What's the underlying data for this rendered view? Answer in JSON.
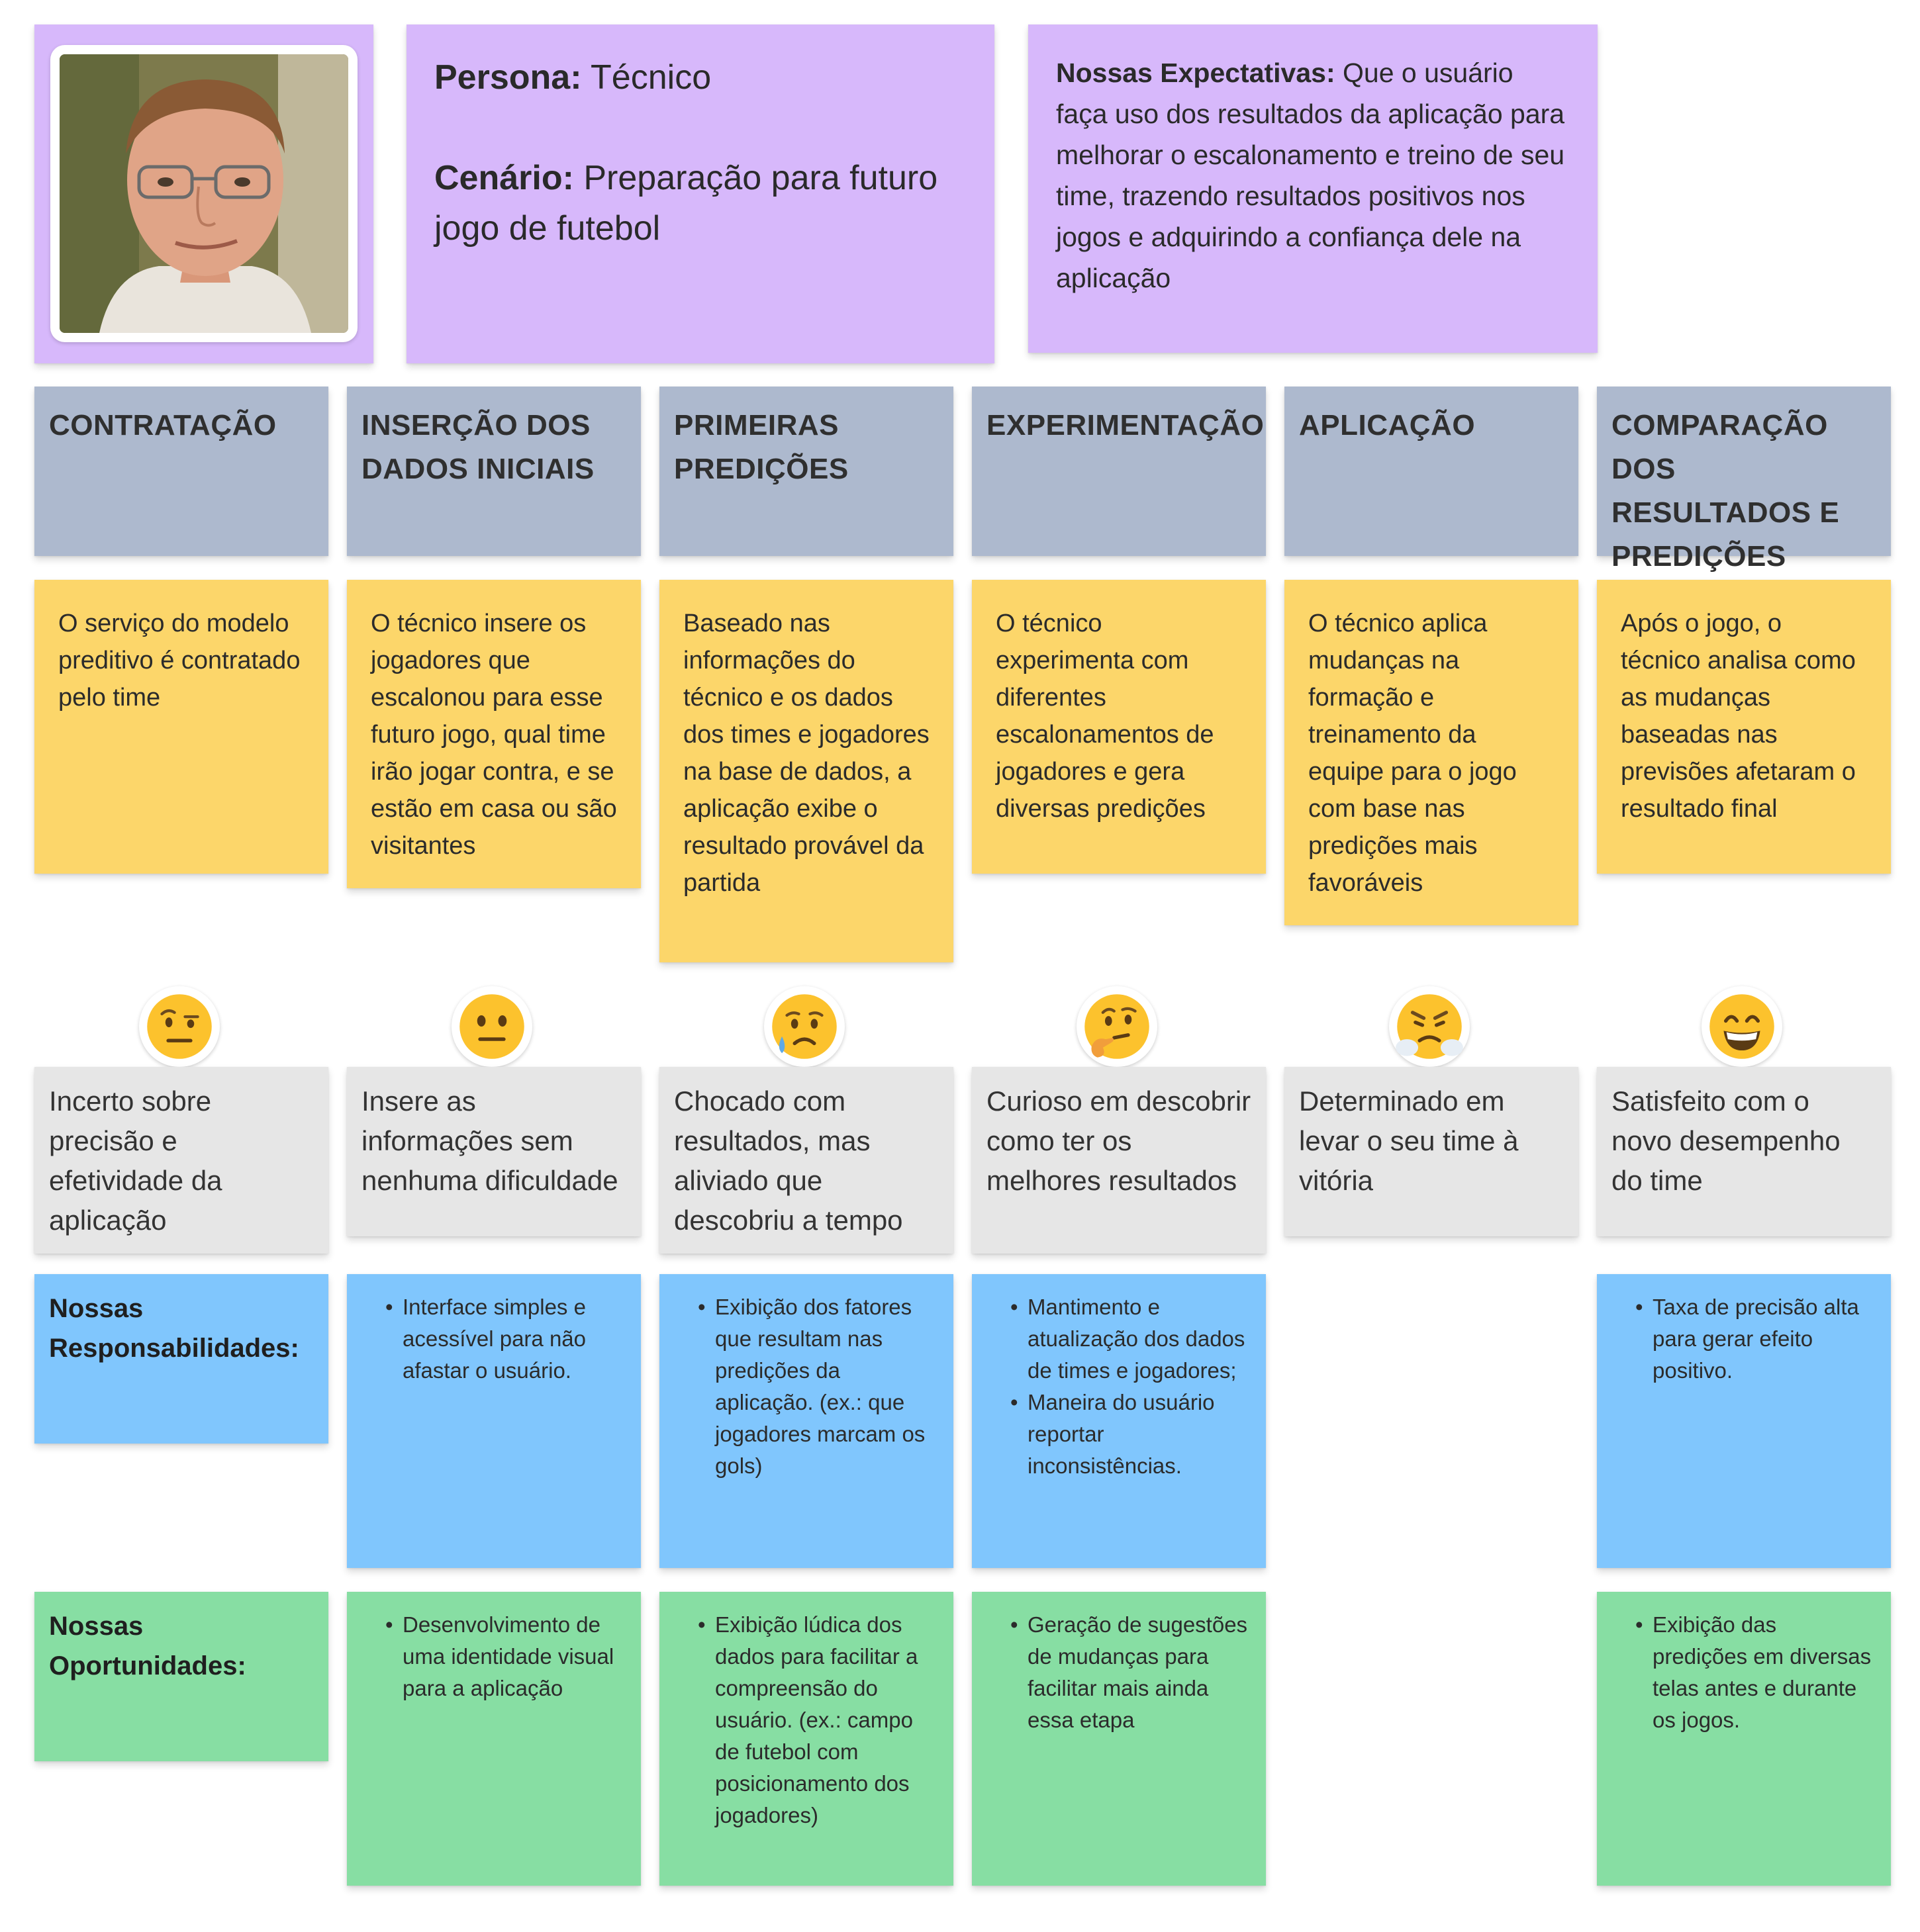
{
  "persona": {
    "photo_alt": "persona-photo",
    "persona_label": "Persona:",
    "persona_value": "Técnico",
    "scenario_label": "Cenário:",
    "scenario_value": "Preparação para futuro jogo de futebol"
  },
  "expectations": {
    "label": "Nossas Expectativas:",
    "text": "Que o usuário faça uso dos resultados da aplicação para melhorar o escalonamento e treino de seu time, trazendo resultados positivos nos jogos e adquirindo a confiança dele na aplicação"
  },
  "phases": [
    {
      "title": "CONTRATAÇÃO",
      "action": "O serviço do modelo preditivo é contratado pelo time",
      "emoji": "raised-eyebrow-emoji",
      "feeling": "Incerto sobre precisão e efetividade da aplicação"
    },
    {
      "title": "INSERÇÃO DOS DADOS INICIAIS",
      "action": "O técnico insere os jogadores que escalonou para esse futuro jogo, qual time irão jogar contra, e se estão em casa ou são visitantes",
      "emoji": "neutral-face-emoji",
      "feeling": "Insere as informações sem nenhuma dificuldade"
    },
    {
      "title": "PRIMEIRAS PREDIÇÕES",
      "action": "Baseado nas informações do técnico e os dados dos times e jogadores na base de dados, a aplicação exibe o resultado provável da partida",
      "emoji": "sad-relieved-emoji",
      "feeling": "Chocado com resultados, mas aliviado que descobriu a tempo"
    },
    {
      "title": "EXPERIMENTAÇÃO",
      "action": "O técnico experimenta com diferentes escalonamentos de jogadores e gera diversas predições",
      "emoji": "thinking-face-emoji",
      "feeling": "Curioso em descobrir como ter os melhores resultados"
    },
    {
      "title": "APLICAÇÃO",
      "action": "O técnico aplica mudanças na formação e treinamento da equipe para o jogo com base nas predições mais favoráveis",
      "emoji": "steam-nose-emoji",
      "feeling": "Determinado em levar o seu time à vitória"
    },
    {
      "title": "COMPARAÇÃO DOS RESULTADOS E PREDIÇÕES",
      "action": "Após o jogo, o técnico analisa como as mudanças baseadas nas previsões afetaram o resultado final",
      "emoji": "grinning-face-emoji",
      "feeling": "Satisfeito com o novo desempenho do time"
    }
  ],
  "responsibilities": {
    "label": "Nossas Responsabilidades:",
    "col2": [
      "Interface simples e acessível para não afastar o usuário."
    ],
    "col3": [
      "Exibição dos fatores que resultam nas predições da aplicação. (ex.: que jogadores marcam os gols)"
    ],
    "col4": [
      "Mantimento e atualização dos dados de times e jogadores;",
      "Maneira do usuário reportar inconsistências."
    ],
    "col6": [
      "Taxa de precisão alta para gerar efeito positivo."
    ]
  },
  "opportunities": {
    "label": "Nossas Oportunidades:",
    "col2": [
      "Desenvolvimento de uma identidade visual para a aplicação"
    ],
    "col3": [
      "Exibição lúdica dos dados para facilitar a compreensão do usuário. (ex.: campo de futebol com posicionamento dos jogadores)"
    ],
    "col4": [
      "Geração de sugestões de mudanças para facilitar mais ainda essa etapa"
    ],
    "col6": [
      "Exibição das predições em diversas telas antes e durante os jogos."
    ]
  },
  "colors": {
    "persona": "#d7b8fb",
    "phase": "#adb9ce",
    "action": "#fcd66a",
    "feeling": "#e6e6e6",
    "responsibility": "#80c6fd",
    "opportunity": "#87dea3"
  }
}
